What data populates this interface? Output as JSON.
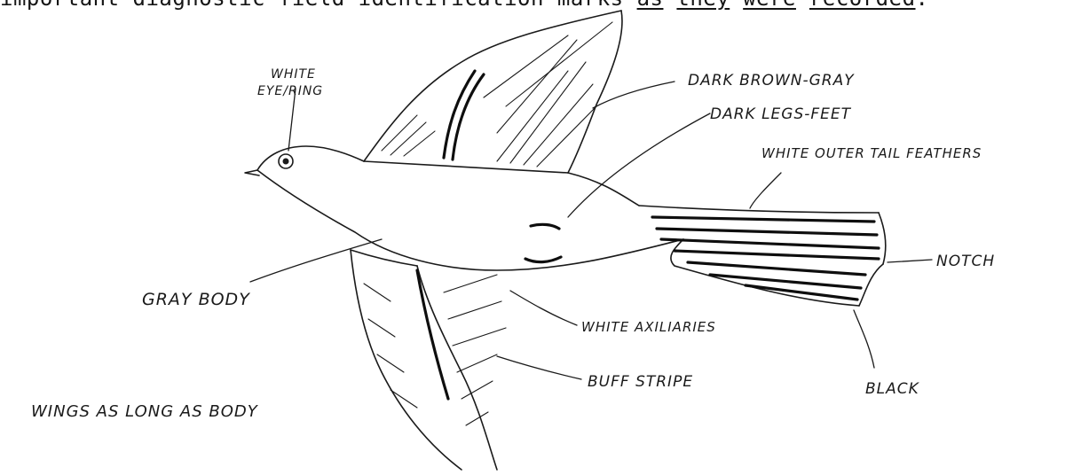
{
  "header": {
    "lead": "important diagnostic field identification marks ",
    "u1": "as",
    "u2": "they",
    "u3": "were",
    "u4": "recorded",
    "tail": "."
  },
  "labels": {
    "white_eye_ring_1": "WHITE",
    "white_eye_ring_2": "EYE/RING",
    "dark_brown_gray": "DARK BROWN-GRAY",
    "dark_legs_feet": "DARK LEGS-FEET",
    "white_outer_tail": "WHITE OUTER TAIL FEATHERS",
    "notch": "NOTCH",
    "gray_body": "GRAY BODY",
    "white_axiliaries": "WHITE AXILIARIES",
    "buff_stripe": "BUFF STRIPE",
    "black": "BLACK",
    "wings_long": "WINGS AS LONG AS BODY"
  },
  "colors": {
    "ink": "#1a1a1a",
    "paper": "#ffffff"
  }
}
